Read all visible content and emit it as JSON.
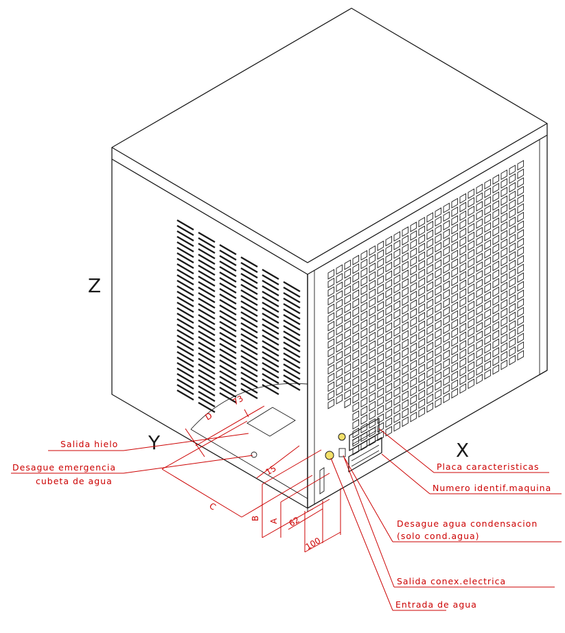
{
  "axes": {
    "z": "Z",
    "y": "Y",
    "x": "X"
  },
  "dimensions": {
    "d": "D",
    "d73": "73",
    "d15": "15",
    "c": "C",
    "b": "B",
    "a": "A",
    "d62": "62",
    "d100": "100"
  },
  "labels": {
    "salida_hielo": "Salida hielo",
    "desague_emergencia_1": "Desague emergencia",
    "desague_emergencia_2": "cubeta de agua",
    "placa": "Placa caracteristicas",
    "numero": "Numero identif.maquina",
    "desague_cond_1": "Desague agua condensacion",
    "desague_cond_2": "(solo cond.agua)",
    "salida_conex": "Salida conex.electrica",
    "entrada": "Entrada de agua"
  },
  "colors": {
    "line": "#1a1a1a",
    "annotation": "#cc0000",
    "background": "#ffffff"
  }
}
